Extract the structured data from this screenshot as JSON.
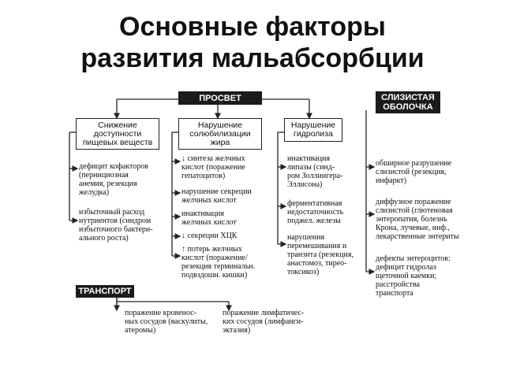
{
  "title": {
    "line1": "Основные факторы",
    "line2": "развития мальабсорбции"
  },
  "headers": {
    "lumen": "ПРОСВЕТ",
    "mucosa": "СЛИЗИСТАЯ\nОБОЛОЧКА",
    "transport": "ТРАНСПОРТ"
  },
  "boxes": {
    "box1": "Снижение\nдоступности\nпищевых веществ",
    "box2": "Нарушение\nсолюбилизации\nжира",
    "box3": "Нарушение\nгидролиза"
  },
  "col1": [
    "дефицит кофакторов\n(пернициозная\nанемия, резекция\nжелудка)",
    "избыточный расход\nнутриентов (синдром\nизбыточного бактери-\nального роста)"
  ],
  "col2": [
    "↓ синтеза желчных\nкислот (поражение\nгепатоцитов)",
    "нарушение секреции\nжелчных кислот",
    "инактивация\nжелчных кислот",
    "↓ секреции ХЦК",
    "↑ потерь желчных\nкислот (поражение/\nрезекция терминальн.\nподвздошн. кишки)"
  ],
  "col3": [
    "инактивация\nлипазы (синд-\nром Золлингера-\nЭллисона)",
    "ферментативная\nнедостаточность\nподжел. железы",
    "нарушения\nперемешивания и\nтранзита (резекция,\nанастомоз, тирео-\nтоксикоз)"
  ],
  "col4": [
    "обширное разрушение\nслизистой (резекция,\nинфаркт)",
    "диффузное поражение\nслизистой (глютеновая\nэнтеропатия, болезнь\nКрона, лучевые, инф.,\nлекарственные энтериты",
    "дефекты энтероцитов:\nдефицит гидролаз\nщеточной каемки;\nрасстройства\nтранспорта"
  ],
  "transport": [
    "поражение кровенос-\nных сосудов (васкулиты,\nатеромы)",
    "поражение лимфатичес-\nких сосудов (лимфанги-\nэктазия)"
  ]
}
